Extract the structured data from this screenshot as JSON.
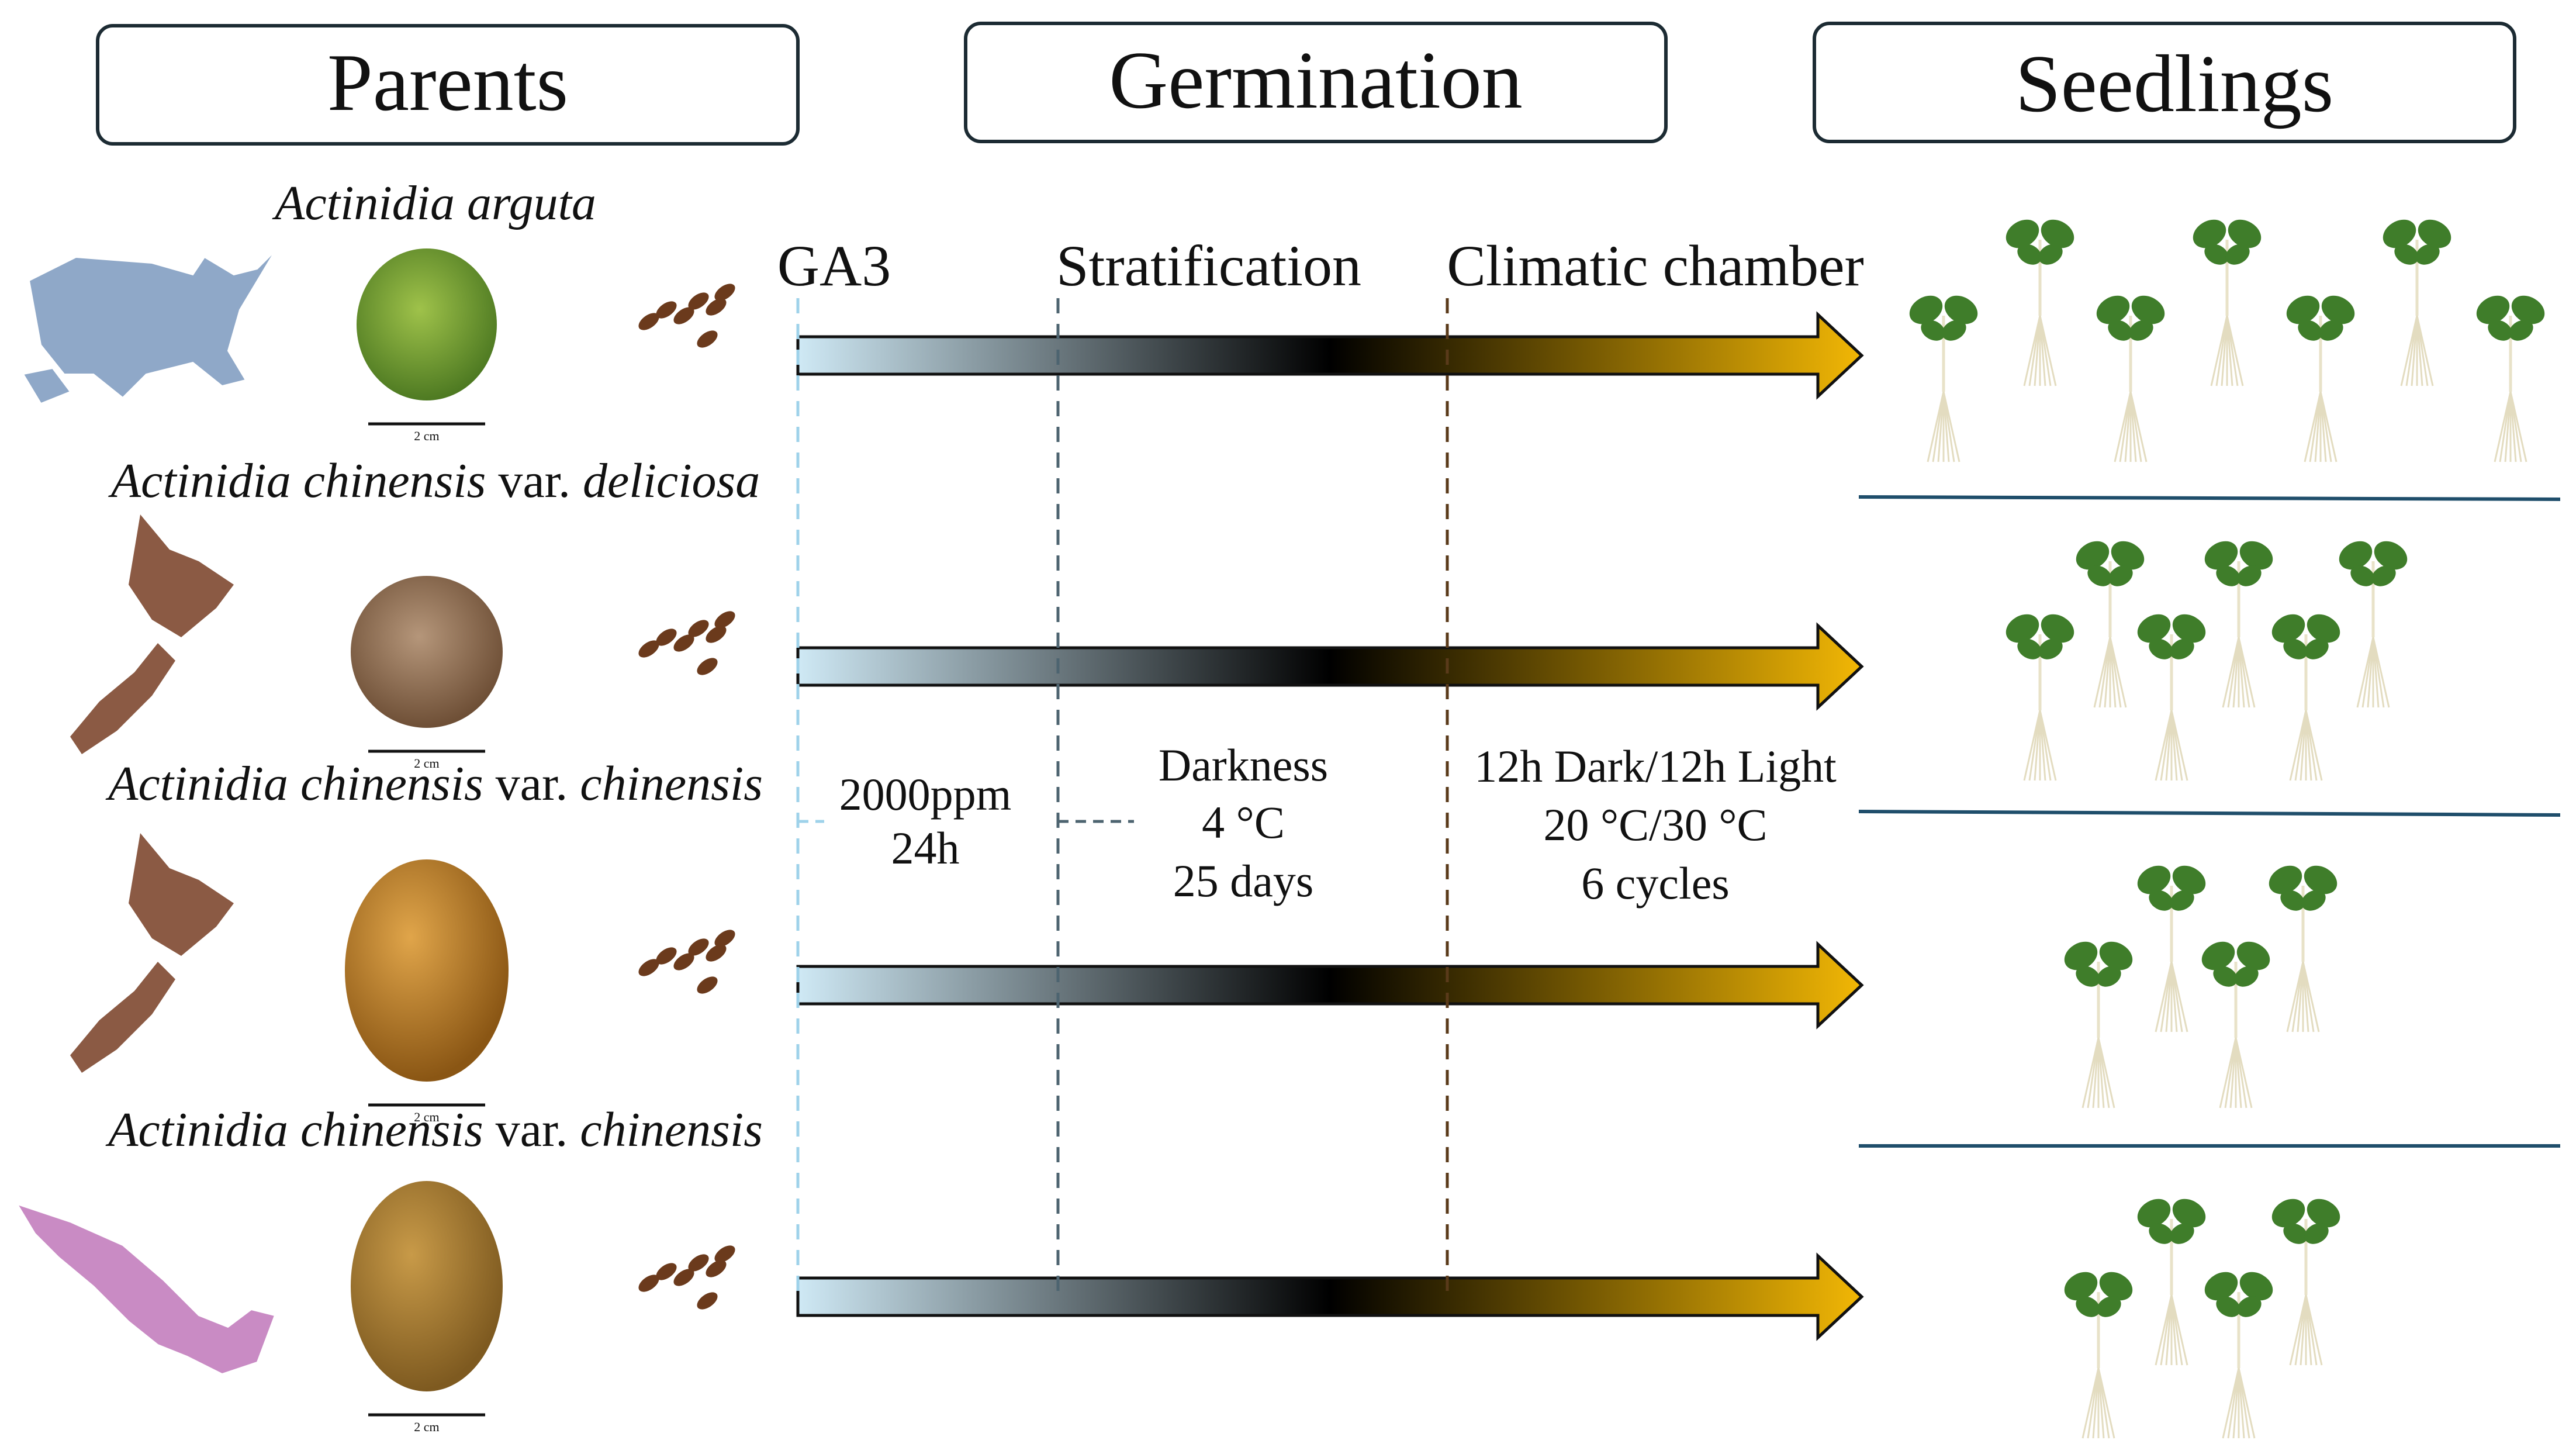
{
  "headers": {
    "parents": "Parents",
    "germination": "Germination",
    "seedlings": "Seedlings"
  },
  "rows": [
    {
      "genus": "Actinidia",
      "species": "arguta",
      "var_word": "",
      "var_name": "",
      "map": "usa-map",
      "fruit": "arguta-fruit",
      "scale": "2 cm",
      "seedling_count": 7
    },
    {
      "genus": "Actinidia",
      "species": "chinensis",
      "var_word": "var.",
      "var_name": "deliciosa",
      "map": "new-zealand-map",
      "fruit": "deliciosa-fruit",
      "scale": "2 cm",
      "seedling_count": 6
    },
    {
      "genus": "Actinidia",
      "species": "chinensis",
      "var_word": "var.",
      "var_name": "chinensis",
      "map": "new-zealand-map",
      "fruit": "chinensis-fruit-nz",
      "scale": "2 cm",
      "seedling_count": 4
    },
    {
      "genus": "Actinidia",
      "species": "chinensis",
      "var_word": "var.",
      "var_name": "chinensis",
      "map": "mexico-map",
      "fruit": "chinensis-fruit-mx",
      "scale": "2 cm",
      "seedling_count": 4
    }
  ],
  "stages": [
    {
      "name": "GA3",
      "details": [
        "2000ppm",
        "24h"
      ],
      "line_color": "#9ed2ea"
    },
    {
      "name": "Stratification",
      "details": [
        "Darkness",
        "4 °C",
        "25 days"
      ],
      "line_color": "#4d6470"
    },
    {
      "name": "Climatic chamber",
      "details": [
        "12h Dark/12h Light",
        "20 °C/30 °C",
        "6 cycles"
      ],
      "line_color": "#5a3a1a"
    }
  ],
  "colors": {
    "arrow_start": "#cfe9f5",
    "arrow_mid": "#000000",
    "arrow_end": "#f2b705",
    "usa_map": "#8fa8c8",
    "nz_map": "#8b5a44",
    "mexico_map": "#c98bc4",
    "leaf": "#3f7d2a",
    "divider": "#1f4e6b"
  }
}
